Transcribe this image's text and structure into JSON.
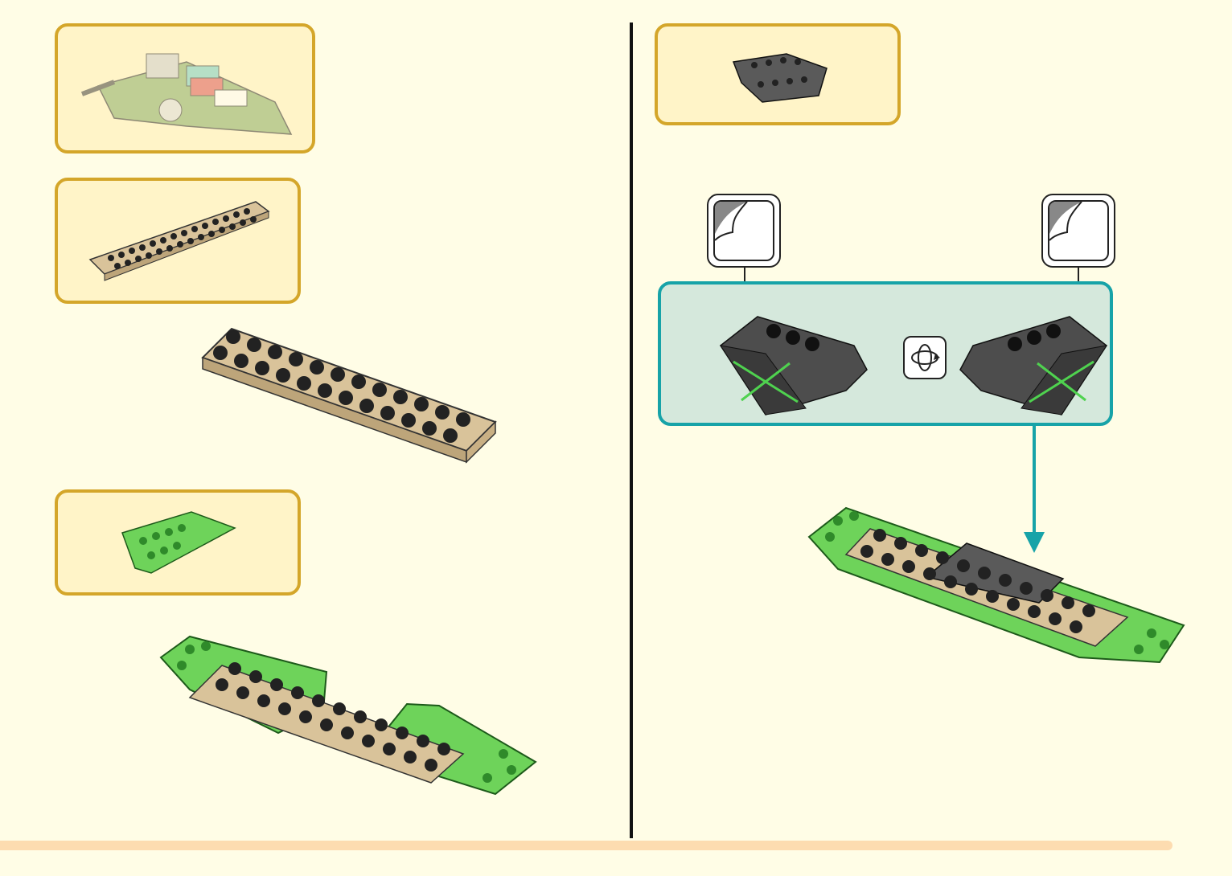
{
  "page": {
    "background_color": "#fffde6",
    "frame_color": "#d4a62a",
    "frame_fill": "#fff4c8",
    "accent_color": "#17a3a8",
    "page_number": ""
  },
  "left_page": {
    "reference_model_icon": "partial-model-thumbnail",
    "step_1": {
      "parts_needed": [
        "tan-2x16-plate-icon"
      ],
      "assembly": "tan-plate-placed"
    },
    "step_2": {
      "parts_needed": [
        "green-wedge-plate-icon"
      ],
      "assembly": "green-wedges-attached"
    }
  },
  "right_page": {
    "step_3": {
      "parts_needed": [
        "dark-grey-inverted-slope-icon"
      ],
      "sub_assembly": [
        "sticker-applied-slope-left",
        "rotate-icon",
        "sticker-applied-slope-right"
      ],
      "sticker_icons": [
        "sticker-icon",
        "sticker-icon"
      ],
      "assembly": "boat-hull-complete"
    }
  }
}
